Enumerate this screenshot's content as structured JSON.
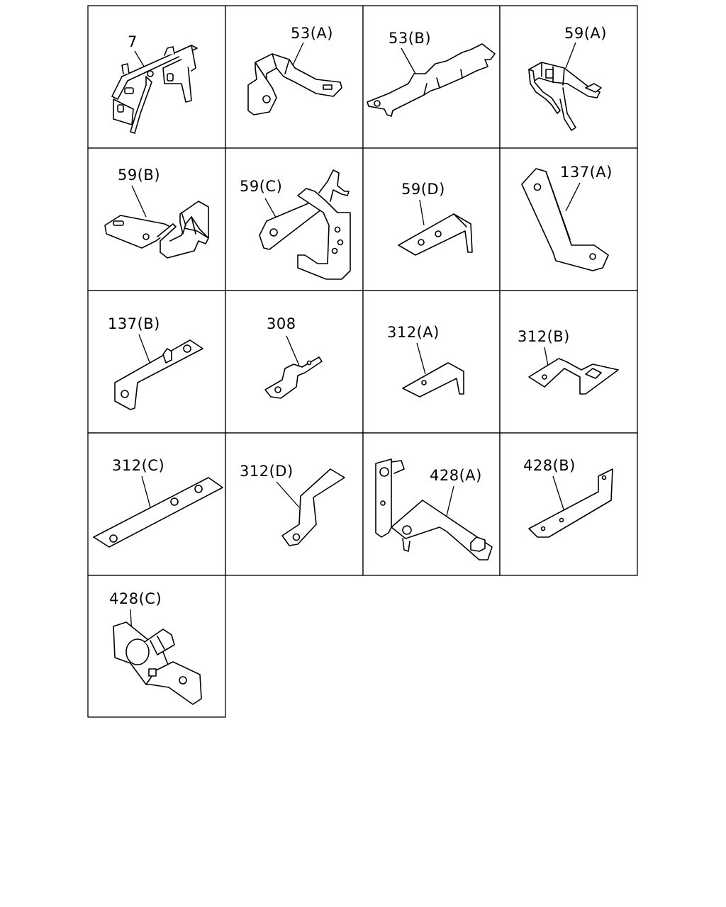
{
  "catalog": {
    "parts": [
      {
        "label": "7",
        "icon": "stay-bracket-icon"
      },
      {
        "label": "53(A)",
        "icon": "bracket-icon"
      },
      {
        "label": "53(B)",
        "icon": "plate-icon"
      },
      {
        "label": "59(A)",
        "icon": "holder-bracket-icon"
      },
      {
        "label": "59(B)",
        "icon": "clip-bracket-icon"
      },
      {
        "label": "59(C)",
        "icon": "stay-bracket-icon"
      },
      {
        "label": "59(D)",
        "icon": "angle-bracket-icon"
      },
      {
        "label": "137(A)",
        "icon": "bent-stay-icon"
      },
      {
        "label": "137(B)",
        "icon": "angle-bracket-icon"
      },
      {
        "label": "308",
        "icon": "small-stay-icon"
      },
      {
        "label": "312(A)",
        "icon": "angle-bracket-icon"
      },
      {
        "label": "312(B)",
        "icon": "nut-bracket-icon"
      },
      {
        "label": "312(C)",
        "icon": "flat-plate-icon"
      },
      {
        "label": "312(D)",
        "icon": "z-bracket-icon"
      },
      {
        "label": "428(A)",
        "icon": "bolt-bracket-icon"
      },
      {
        "label": "428(B)",
        "icon": "angle-bracket-icon"
      },
      {
        "label": "428(C)",
        "icon": "stud-bracket-icon"
      }
    ]
  }
}
